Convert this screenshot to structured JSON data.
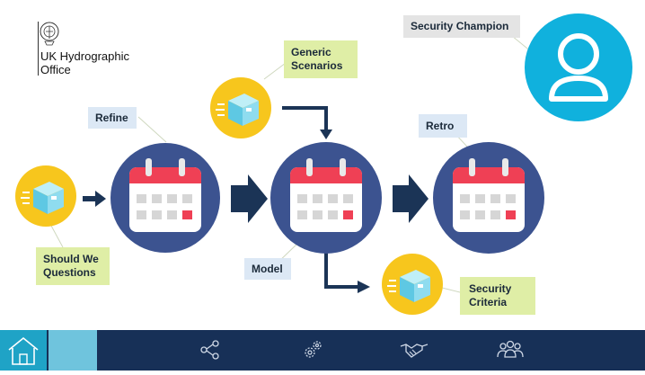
{
  "logo": {
    "line1": "UK Hydrographic",
    "line2": "Office"
  },
  "labels": {
    "refine": "Refine",
    "generic": [
      "Generic",
      "Scenarios"
    ],
    "should": [
      "Should We",
      "Questions"
    ],
    "model": "Model",
    "retro": "Retro",
    "criteria": [
      "Security",
      "Criteria"
    ],
    "champion": "Security Champion"
  },
  "colors": {
    "circle": "#3c5390",
    "accent_yellow": "#f7c61d",
    "champion_circle": "#10b1dd",
    "footer": "#173057",
    "arrow": "#1b3456"
  },
  "footer": {
    "icons": [
      "home-icon",
      "share-icon",
      "gears-icon",
      "handshake-icon",
      "team-icon"
    ]
  }
}
